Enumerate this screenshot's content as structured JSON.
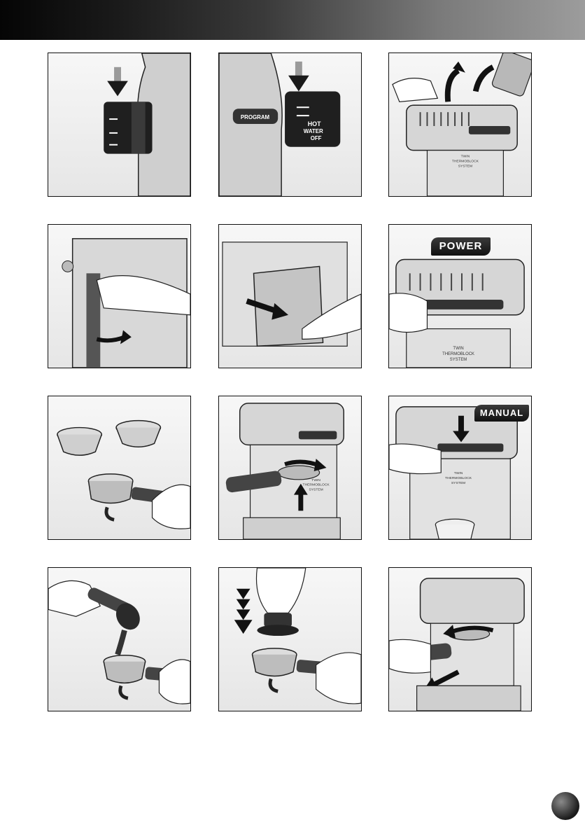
{
  "header": {
    "band": ""
  },
  "steps": {
    "s2": {
      "program_label": "PROGRAM",
      "dial_hot": "HOT",
      "dial_water": "WATER",
      "dial_off": "OFF"
    },
    "s3": {
      "twin": "TWIN",
      "thermoblock": "THERMOBLOCK",
      "system": "SYSTEM"
    },
    "s6": {
      "badge": "POWER",
      "twin": "TWIN",
      "thermoblock": "THERMOBLOCK",
      "system": "SYSTEM"
    },
    "s8": {
      "twin": "TWIN",
      "thermoblock": "THERMOBLOCK",
      "system": "SYSTEM"
    },
    "s9": {
      "badge": "MANUAL",
      "twin": "TWIN",
      "thermoblock": "THERMOBLOCK",
      "system": "SYSTEM"
    }
  },
  "colors": {
    "frame": "#111111",
    "accent": "#333333",
    "arrow": "#1a1a1a"
  }
}
